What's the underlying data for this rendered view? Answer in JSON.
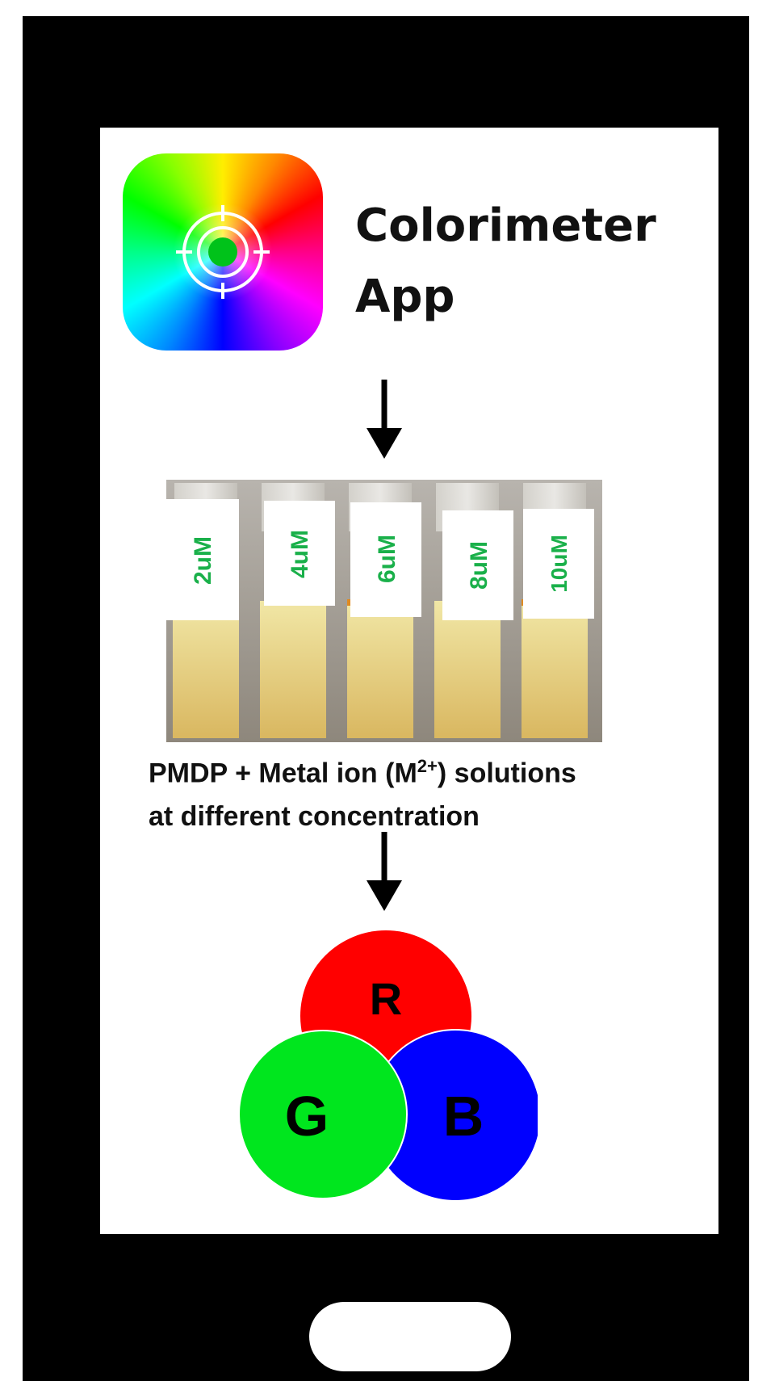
{
  "app": {
    "title_line1": "Colorimeter",
    "title_line2": "App",
    "icon": "color-wheel-target-icon"
  },
  "vials": {
    "labels": [
      "2uM",
      "4uM",
      "6uM",
      "8uM",
      "10uM"
    ],
    "label_color": "#1ab04a"
  },
  "caption": {
    "part1": "PMDP + Metal ion (M",
    "superscript": "2+",
    "part2": ") solutions",
    "line2": "at different concentration"
  },
  "rgb": {
    "r_label": "R",
    "g_label": "G",
    "b_label": "B",
    "r_color": "#ff0000",
    "g_color": "#00e61e",
    "b_color": "#0000ff"
  },
  "colors": {
    "phone_body": "#000000",
    "screen": "#ffffff"
  }
}
